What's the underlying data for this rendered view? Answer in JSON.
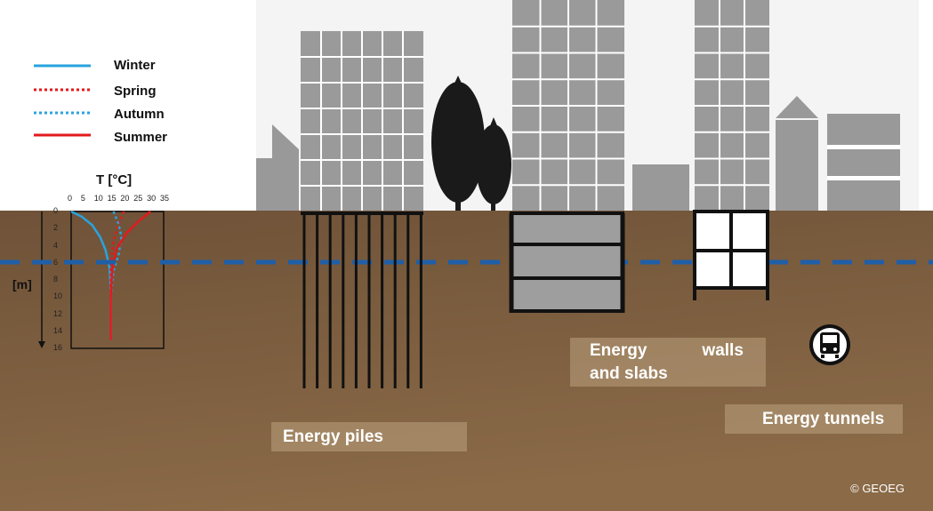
{
  "legend": [
    {
      "label": "Winter",
      "color": "#29a3df",
      "style": "solid"
    },
    {
      "label": "Spring",
      "color": "#e31a1c",
      "style": "dotted"
    },
    {
      "label": "Autumn",
      "color": "#29a3df",
      "style": "dotted"
    },
    {
      "label": "Summer",
      "color": "#e31a1c",
      "style": "solid"
    }
  ],
  "profile_chart": {
    "x_title": "T [°C]",
    "x_ticks": [
      "0",
      "5",
      "10",
      "15",
      "20",
      "25",
      "30",
      "35"
    ],
    "y_title": "[m]",
    "y_ticks": [
      "0",
      "2",
      "4",
      "6",
      "8",
      "10",
      "12",
      "14",
      "16"
    ]
  },
  "labels": {
    "energy_piles": "Energy piles",
    "energy_walls_line1_a": "Energy",
    "energy_walls_line1_b": "walls",
    "energy_walls_line2": "and slabs",
    "energy_tunnels": "Energy tunnels"
  },
  "copyright": "© GEOEG",
  "colors": {
    "ground_top": "#7a5a3c",
    "ground_bottom": "#8a6a48",
    "building_gray": "#9a9a9a",
    "tree_black": "#1a1a1a",
    "water_table": "#1f5fa8",
    "winter": "#29a3df",
    "summer": "#e31a1c"
  },
  "icons": [
    "tram-icon"
  ]
}
